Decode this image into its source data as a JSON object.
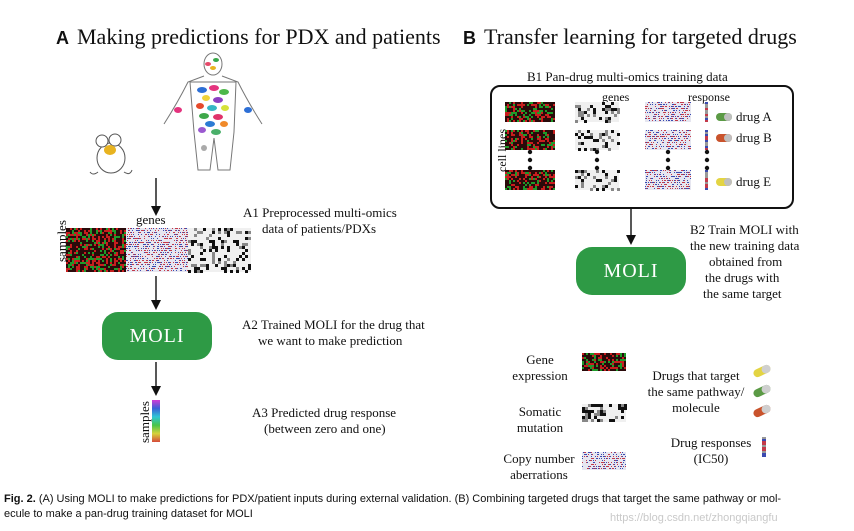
{
  "panel_a": {
    "letter": "A",
    "title": "Making predictions for PDX and patients",
    "genes_label": "genes",
    "samples_label": "samples",
    "samples_label_2": "samples",
    "a1_line1": "A1 Preprocessed multi-omics",
    "a1_line2": "data of patients/PDXs",
    "moli": "MOLI",
    "a2_line1": "A2 Trained MOLI for the drug that",
    "a2_line2": "we want to make prediction",
    "a3_line1": "A3 Predicted drug response",
    "a3_line2": "(between zero and one)"
  },
  "panel_b": {
    "letter": "B",
    "title": "Transfer learning for targeted drugs",
    "b1": "B1 Pan-drug multi-omics training data",
    "genes_label": "genes",
    "response_label": "response",
    "cell_lines_label": "cell lines",
    "drugs": [
      "drug A",
      "drug B",
      "drug E"
    ],
    "moli": "MOLI",
    "b2_lines": [
      "B2 Train MOLI with",
      "the new training data",
      "obtained from",
      "the drugs with",
      "the same target"
    ]
  },
  "legend": {
    "gene_expression": [
      "Gene",
      "expression"
    ],
    "somatic_mutation": [
      "Somatic",
      "mutation"
    ],
    "copy_number": [
      "Copy number",
      "aberrations"
    ],
    "drugs_target": [
      "Drugs that target",
      "the same pathway/",
      "molecule"
    ],
    "drug_responses": [
      "Drug responses",
      "(IC50)"
    ]
  },
  "caption": {
    "fig": "Fig. 2.",
    "text_1": " (A) Using MOLI to make predictions for PDX/patient inputs during external validation. (B) Combining targeted drugs that target the same pathway or mol-",
    "text_2": "ecule to make a pan-drug training dataset for MOLI"
  },
  "watermark": "https://blog.csdn.net/zhongqiangfu",
  "colors": {
    "moli_green": "#2e9a45",
    "pill_green": "#5b9a45",
    "pill_red": "#c9532c",
    "pill_yellow": "#e3d443"
  }
}
